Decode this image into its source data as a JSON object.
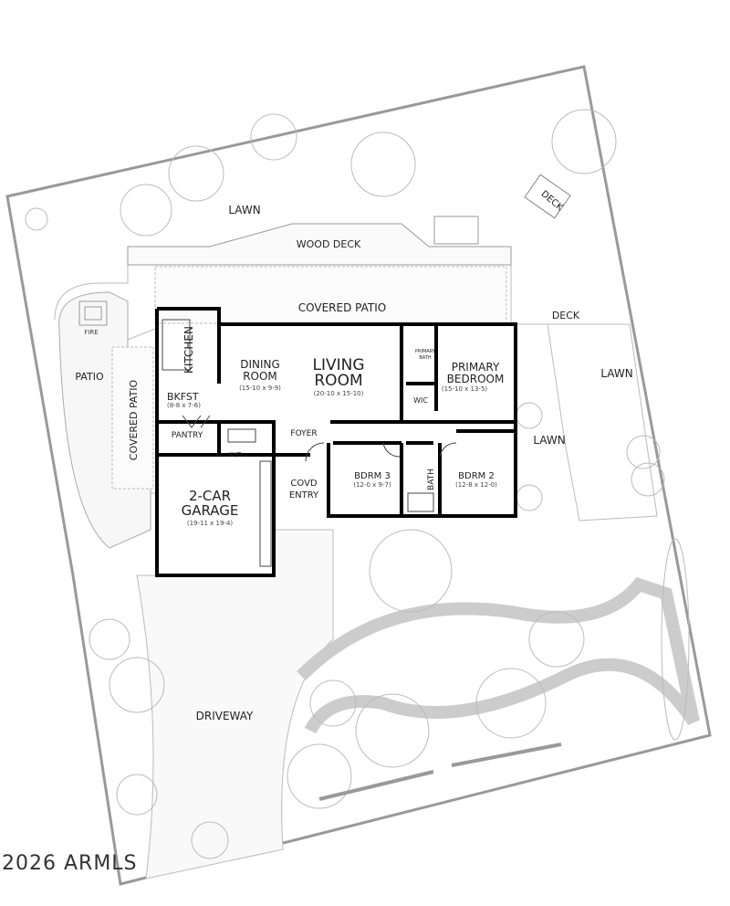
{
  "plan": {
    "outdoor": {
      "lawn_top": "LAWN",
      "wood_deck": "WOOD DECK",
      "deck_diag": "DECK",
      "covered_patio_top": "COVERED PATIO",
      "deck_right": "DECK",
      "lawn_right": "LAWN",
      "lawn_mid": "LAWN",
      "fire": "FIRE",
      "patio": "PATIO",
      "covered_patio_left": "COVERED PATIO",
      "driveway": "DRIVEWAY"
    },
    "rooms": {
      "kitchen": "KITCHEN",
      "bkfst": {
        "name": "BKFST",
        "dims": "(8-8 x 7-6)"
      },
      "dining": {
        "name1": "DINING",
        "name2": "ROOM",
        "dims": "(15-10 x 9-9)"
      },
      "living": {
        "name1": "LIVING",
        "name2": "ROOM",
        "dims": "(20-10 x 15-10)"
      },
      "primary_bath": {
        "name1": "PRIMARY",
        "name2": "BATH"
      },
      "wic": "WIC",
      "primary_bedroom": {
        "name1": "PRIMARY",
        "name2": "BEDROOM",
        "dims": "(15-10 x 13-5)"
      },
      "pantry": "PANTRY",
      "wd": "W/D",
      "foyer": "FOYER",
      "garage": {
        "name1": "2-CAR",
        "name2": "GARAGE",
        "dims": "(19-11 x 19-4)"
      },
      "covd_entry": {
        "name1": "COVD",
        "name2": "ENTRY"
      },
      "bdrm3": {
        "name": "BDRM 3",
        "dims": "(12-0 x 9-7)"
      },
      "bath": "BATH",
      "bdrm2": {
        "name": "BDRM 2",
        "dims": "(12-8 x 12-0)"
      }
    },
    "watermark": "2026 ARMLS"
  }
}
